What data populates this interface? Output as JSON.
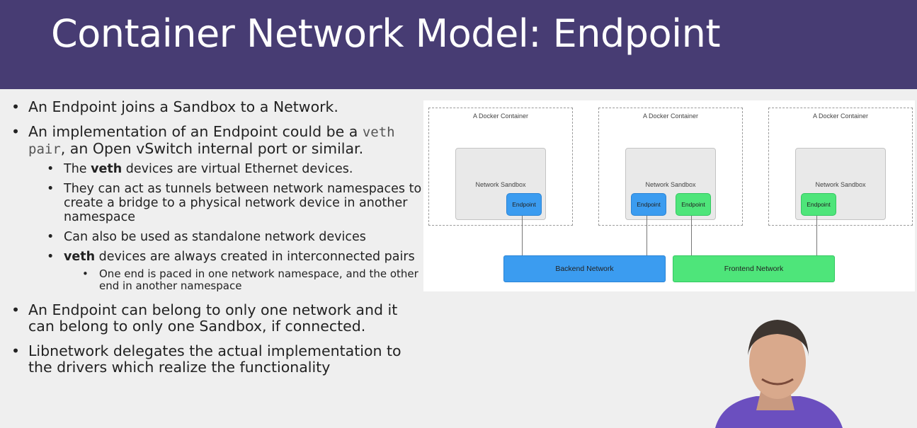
{
  "slide": {
    "title": "Container Network Model: Endpoint",
    "bullets": {
      "b1": "An Endpoint joins a Sandbox to a Network.",
      "b2_pre": "An implementation of an Endpoint could be a ",
      "b2_code": "veth pair",
      "b2_post": ", an Open vSwitch internal port or similar.",
      "s1_bold": "veth",
      "s1_pre": "The ",
      "s1_post": " devices are virtual Ethernet devices.",
      "s2": "They can act as tunnels between network namespaces to create a bridge to a physical network device in another namespace",
      "s3": "Can also be used as standalone network devices",
      "s4_bold": "veth",
      "s4_post": " devices are always created in interconnected pairs",
      "t1": "One end is paced in one network namespace, and the other end in another namespace",
      "b3": "An Endpoint can belong to only one network and it can belong to only one Sandbox, if connected.",
      "b4": "Libnetwork delegates the actual implementation to the drivers which realize the functionality"
    }
  },
  "diagram": {
    "container_label": "A Docker Container",
    "sandbox_label": "Network Sandbox",
    "endpoint_label": "Endpoint",
    "backend_label": "Backend Network",
    "frontend_label": "Frontend Network",
    "colors": {
      "blue": "#3b9cf0",
      "green": "#4ee57a"
    }
  },
  "colors": {
    "header": "#473c73",
    "background": "#efefef"
  }
}
